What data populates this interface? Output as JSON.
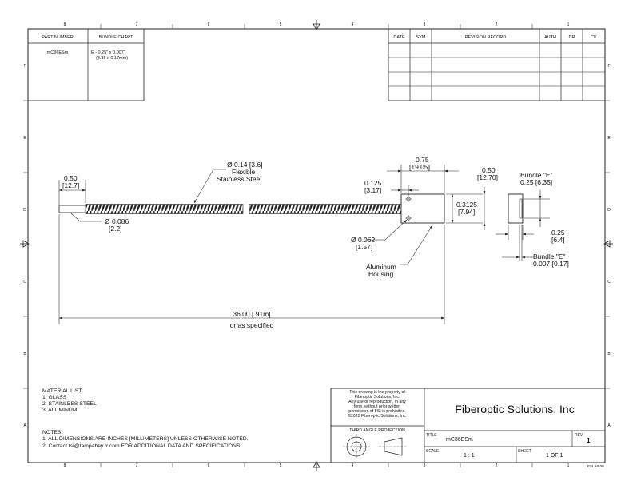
{
  "border": {
    "cols": [
      "8",
      "7",
      "6",
      "5",
      "4",
      "3",
      "2",
      "1"
    ],
    "rows": [
      "F",
      "E",
      "D",
      "C",
      "B",
      "A"
    ]
  },
  "part_block": {
    "h_part": "PART NUMBER",
    "h_bundle": "BUNDLE CHART",
    "part_number": "mC36ESm",
    "bundle_1": "E - 0.25\" x 0.007\"",
    "bundle_2": "(3.35 x 0.17mm)"
  },
  "revision_block": {
    "date": "DATE",
    "sym": "SYM",
    "record": "REVISION RECORD",
    "auth": "AUTH",
    "dr": "DR",
    "ck": "CK"
  },
  "dims": {
    "tip_in": "0.50",
    "tip_mm": "[12.7]",
    "fiber_dia": "Ø 0.086",
    "fiber_dia_mm": "[2.2]",
    "armor_dia": "Ø 0.14 [3.6]",
    "armor_1": "Flexible",
    "armor_2": "Stainless Steel",
    "housing_w": "0.75",
    "housing_w_mm": "[19.05]",
    "hole_off": "0.125",
    "hole_off_mm": "[3.17]",
    "housing_h": "0.3125",
    "housing_h_mm": "[7.94]",
    "hole_dia": "Ø 0.062",
    "hole_dia_mm": "[1.57]",
    "housing_1": "Aluminum",
    "housing_2": "Housing",
    "end_w": "0.50",
    "end_w_mm": "[12.70]",
    "bundle_top": "Bundle \"E\"",
    "bundle_top_dim": "0.25 [6.35]",
    "side_w": "0.25",
    "side_w_mm": "[6.4]",
    "bundle_bot": "Bundle \"E\"",
    "bundle_bot_dim": "0.007 [0.17]",
    "overall": "36.00 [.91m]",
    "overall_2": "or as specified"
  },
  "notes": {
    "material_title": "MATERIAL LIST:",
    "m1": "1.   GLASS",
    "m2": "2.   STAINLESS STEEL",
    "m3": "3.   ALUMINUM",
    "notes_title": "NOTES:",
    "n1": "1.   ALL DIMENSIONS ARE INCHES [MILLIMETERS] UNLESS OTHERWISE NOTED.",
    "n2": "2.   Contact fsi@tampabay.rr.com FOR ADDITIONAL DATA AND SPECIFICATIONS."
  },
  "title_block": {
    "prop_1": "This drawing is the property of",
    "prop_2": "Fiberoptic Solutions, Inc.",
    "prop_3": "Any use or reproduction, in any",
    "prop_4": "form, without prior written",
    "prop_5": "permission of FSI is prohibited.",
    "prop_6": "©2020 Fiberoptic Solutions, Inc.",
    "projection": "THIRD ANGLE PROJECTION",
    "company": "Fiberoptic Solutions, Inc",
    "title_label": "TITLE",
    "title_value": "mC36ESm",
    "rev_label": "REV",
    "rev_value": "1",
    "scale_label": "SCALE",
    "scale_value": "1 : 1",
    "sheet_label": "SHEET",
    "sheet_value": "1   OF 1",
    "drawing_code": "FSI.26.06"
  }
}
